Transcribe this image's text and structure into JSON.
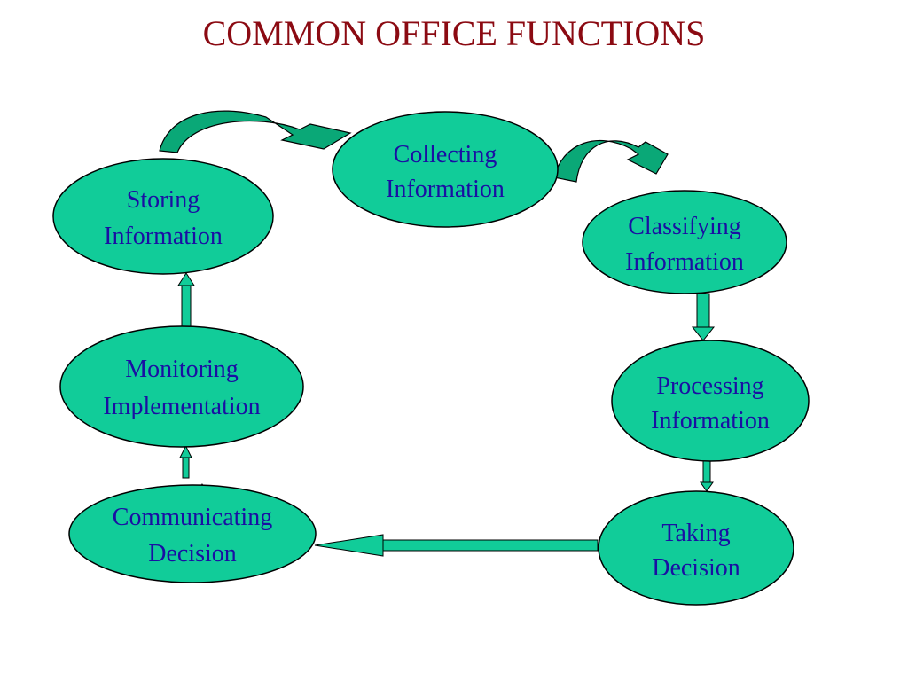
{
  "title": "COMMON OFFICE FUNCTIONS",
  "colors": {
    "title": "#8b0a12",
    "node_fill": "#11cc99",
    "node_stroke": "#000000",
    "node_text": "#1a0fa3",
    "arrow_fill": "#11cc99",
    "curved_arrow_fill": "#0aa877",
    "background": "#ffffff"
  },
  "nodes": [
    {
      "id": "collecting",
      "lines": [
        "Collecting",
        "Information"
      ]
    },
    {
      "id": "classifying",
      "lines": [
        "Classifying",
        "Information"
      ]
    },
    {
      "id": "processing",
      "lines": [
        "Processing",
        "Information"
      ]
    },
    {
      "id": "taking",
      "lines": [
        "Taking",
        "Decision"
      ]
    },
    {
      "id": "communicating",
      "lines": [
        "Communicating",
        "Decision"
      ]
    },
    {
      "id": "monitoring",
      "lines": [
        "Monitoring",
        "Implementation"
      ]
    },
    {
      "id": "storing",
      "lines": [
        "Storing",
        "Information"
      ]
    }
  ],
  "small_arrow_glyph": "⇧"
}
